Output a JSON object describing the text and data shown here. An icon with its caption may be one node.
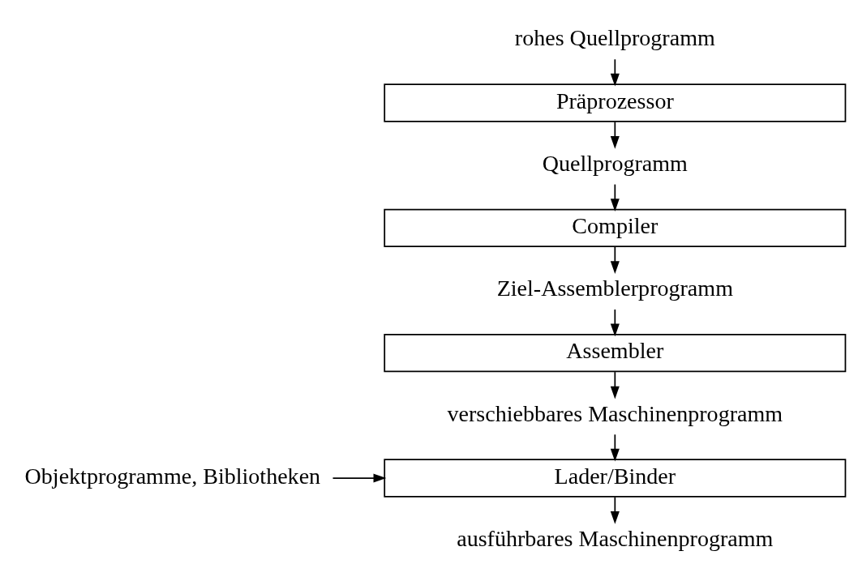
{
  "diagram": {
    "nodes": [
      {
        "text": [
          "rohes Quellprogramm"
        ]
      },
      {
        "text": [
          "Präprozessor"
        ]
      },
      {
        "text": [
          "Quellprogramm"
        ]
      },
      {
        "text": [
          "Compiler"
        ]
      },
      {
        "text": [
          "Ziel-Assemblerprogramm"
        ]
      },
      {
        "text": [
          "Assembler"
        ]
      },
      {
        "text": [
          "verschiebbares Maschinenprogramm"
        ]
      },
      {
        "text": [
          "Lader/Binder"
        ]
      },
      {
        "text": [
          "Objektprogramme, Bibliotheken"
        ]
      },
      {
        "text": [
          "ausführbares Maschinenprogramm"
        ]
      }
    ],
    "edges": [
      {
        "from": 0,
        "to": 1,
        "arrow": "to"
      },
      {
        "from": 1,
        "to": 2,
        "arrow": "to"
      },
      {
        "from": 2,
        "to": 3,
        "arrow": "to"
      },
      {
        "from": 3,
        "to": 4,
        "arrow": "to"
      },
      {
        "from": 4,
        "to": 5,
        "arrow": "to"
      },
      {
        "from": 5,
        "to": 6,
        "arrow": "to"
      },
      {
        "from": 6,
        "to": 7,
        "arrow": "to"
      },
      {
        "from": 8,
        "to": 7,
        "arrow": "to"
      },
      {
        "from": 7,
        "to": 9,
        "arrow": "to"
      }
    ]
  }
}
